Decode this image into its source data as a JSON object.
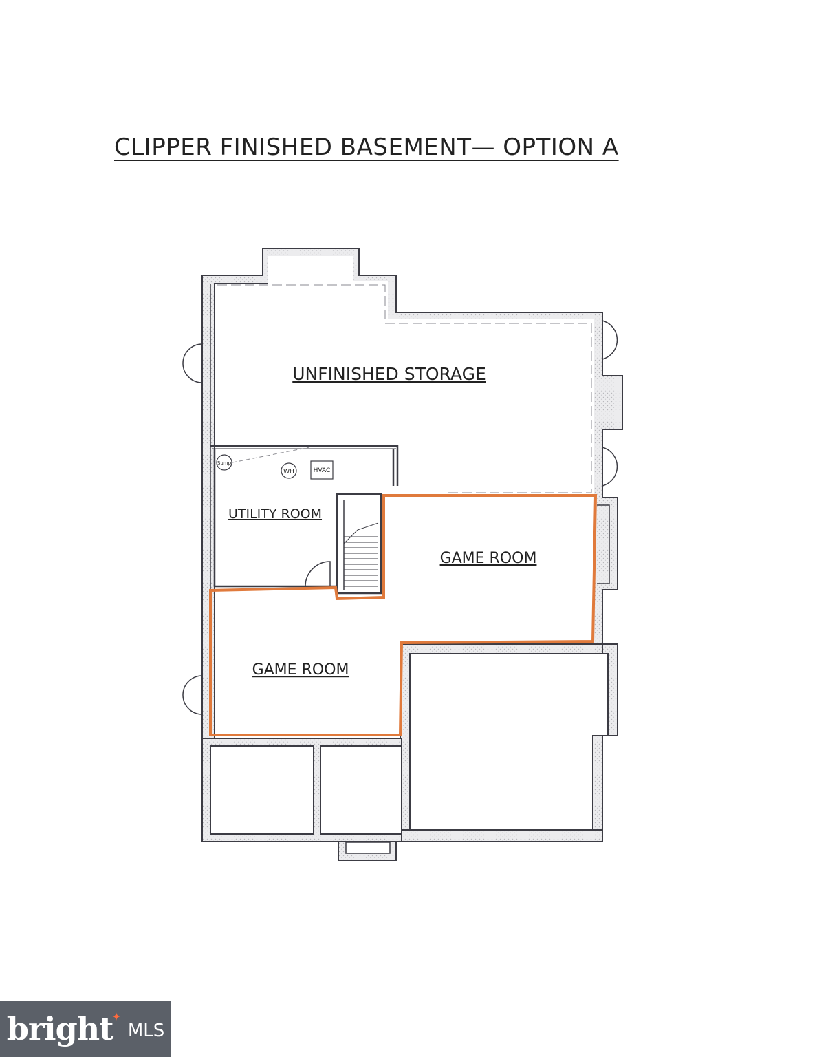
{
  "title": "CLIPPER FINISHED BASEMENT— OPTION A",
  "rooms": {
    "unfinished_storage": "UNFINISHED STORAGE",
    "utility_room": "UTILITY ROOM",
    "game_room_upper": "GAME ROOM",
    "game_room_lower": "GAME ROOM"
  },
  "fixtures": {
    "sump": "Sump",
    "water_heater": "WH",
    "hvac": "HVAC"
  },
  "logo": {
    "brand": "bright",
    "suffix": "MLS"
  },
  "colors": {
    "highlight": "#e07a3c",
    "wall": "#3c3c44",
    "wall_fill": "#e4e4e6",
    "logo_bg": "#5b6068"
  }
}
